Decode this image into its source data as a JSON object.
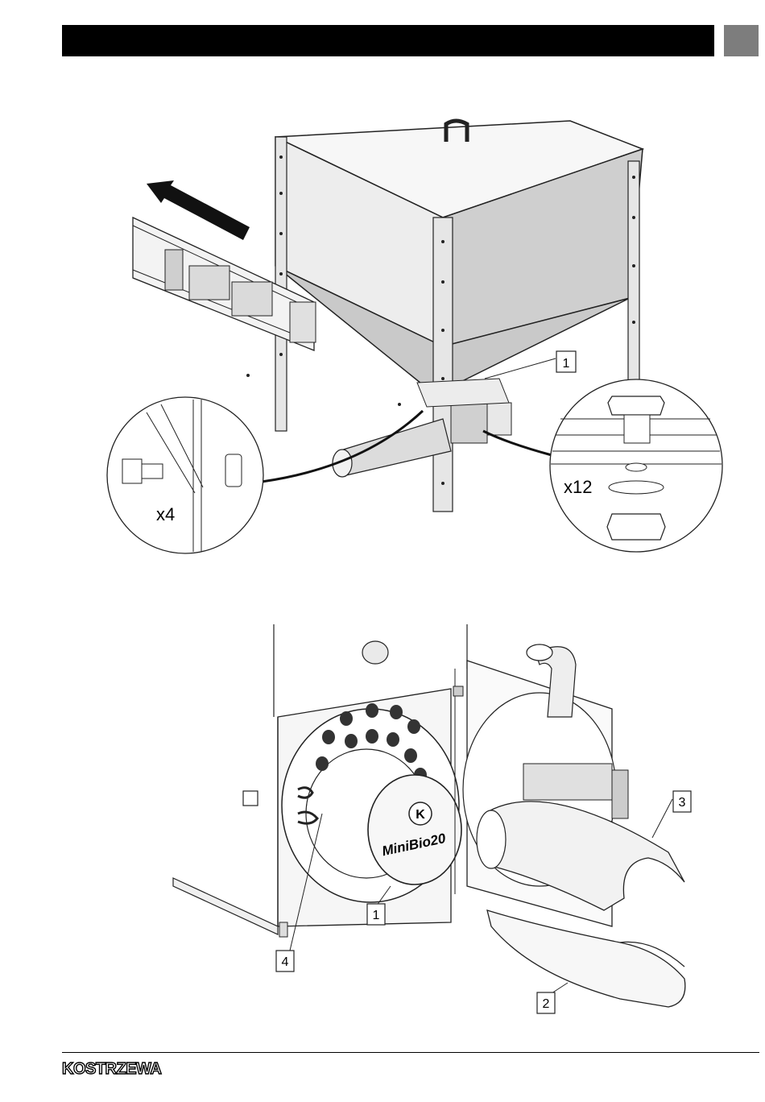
{
  "figure1": {
    "callout_1": "1",
    "detail_left_qty": "x4",
    "detail_right_qty": "x12"
  },
  "figure2": {
    "callout_1": "1",
    "callout_2": "2",
    "callout_3": "3",
    "callout_4": "4",
    "plate_text": "MiniBio20",
    "plate_logo": "K"
  },
  "footer": {
    "logo_text": "KOSTRZEWA"
  },
  "colors": {
    "header_bar": "#000000",
    "page_tab": "#7d7d7d",
    "panel_grey": "#d4d4d4"
  },
  "icons": {
    "arrow": "direction-arrow-icon"
  }
}
